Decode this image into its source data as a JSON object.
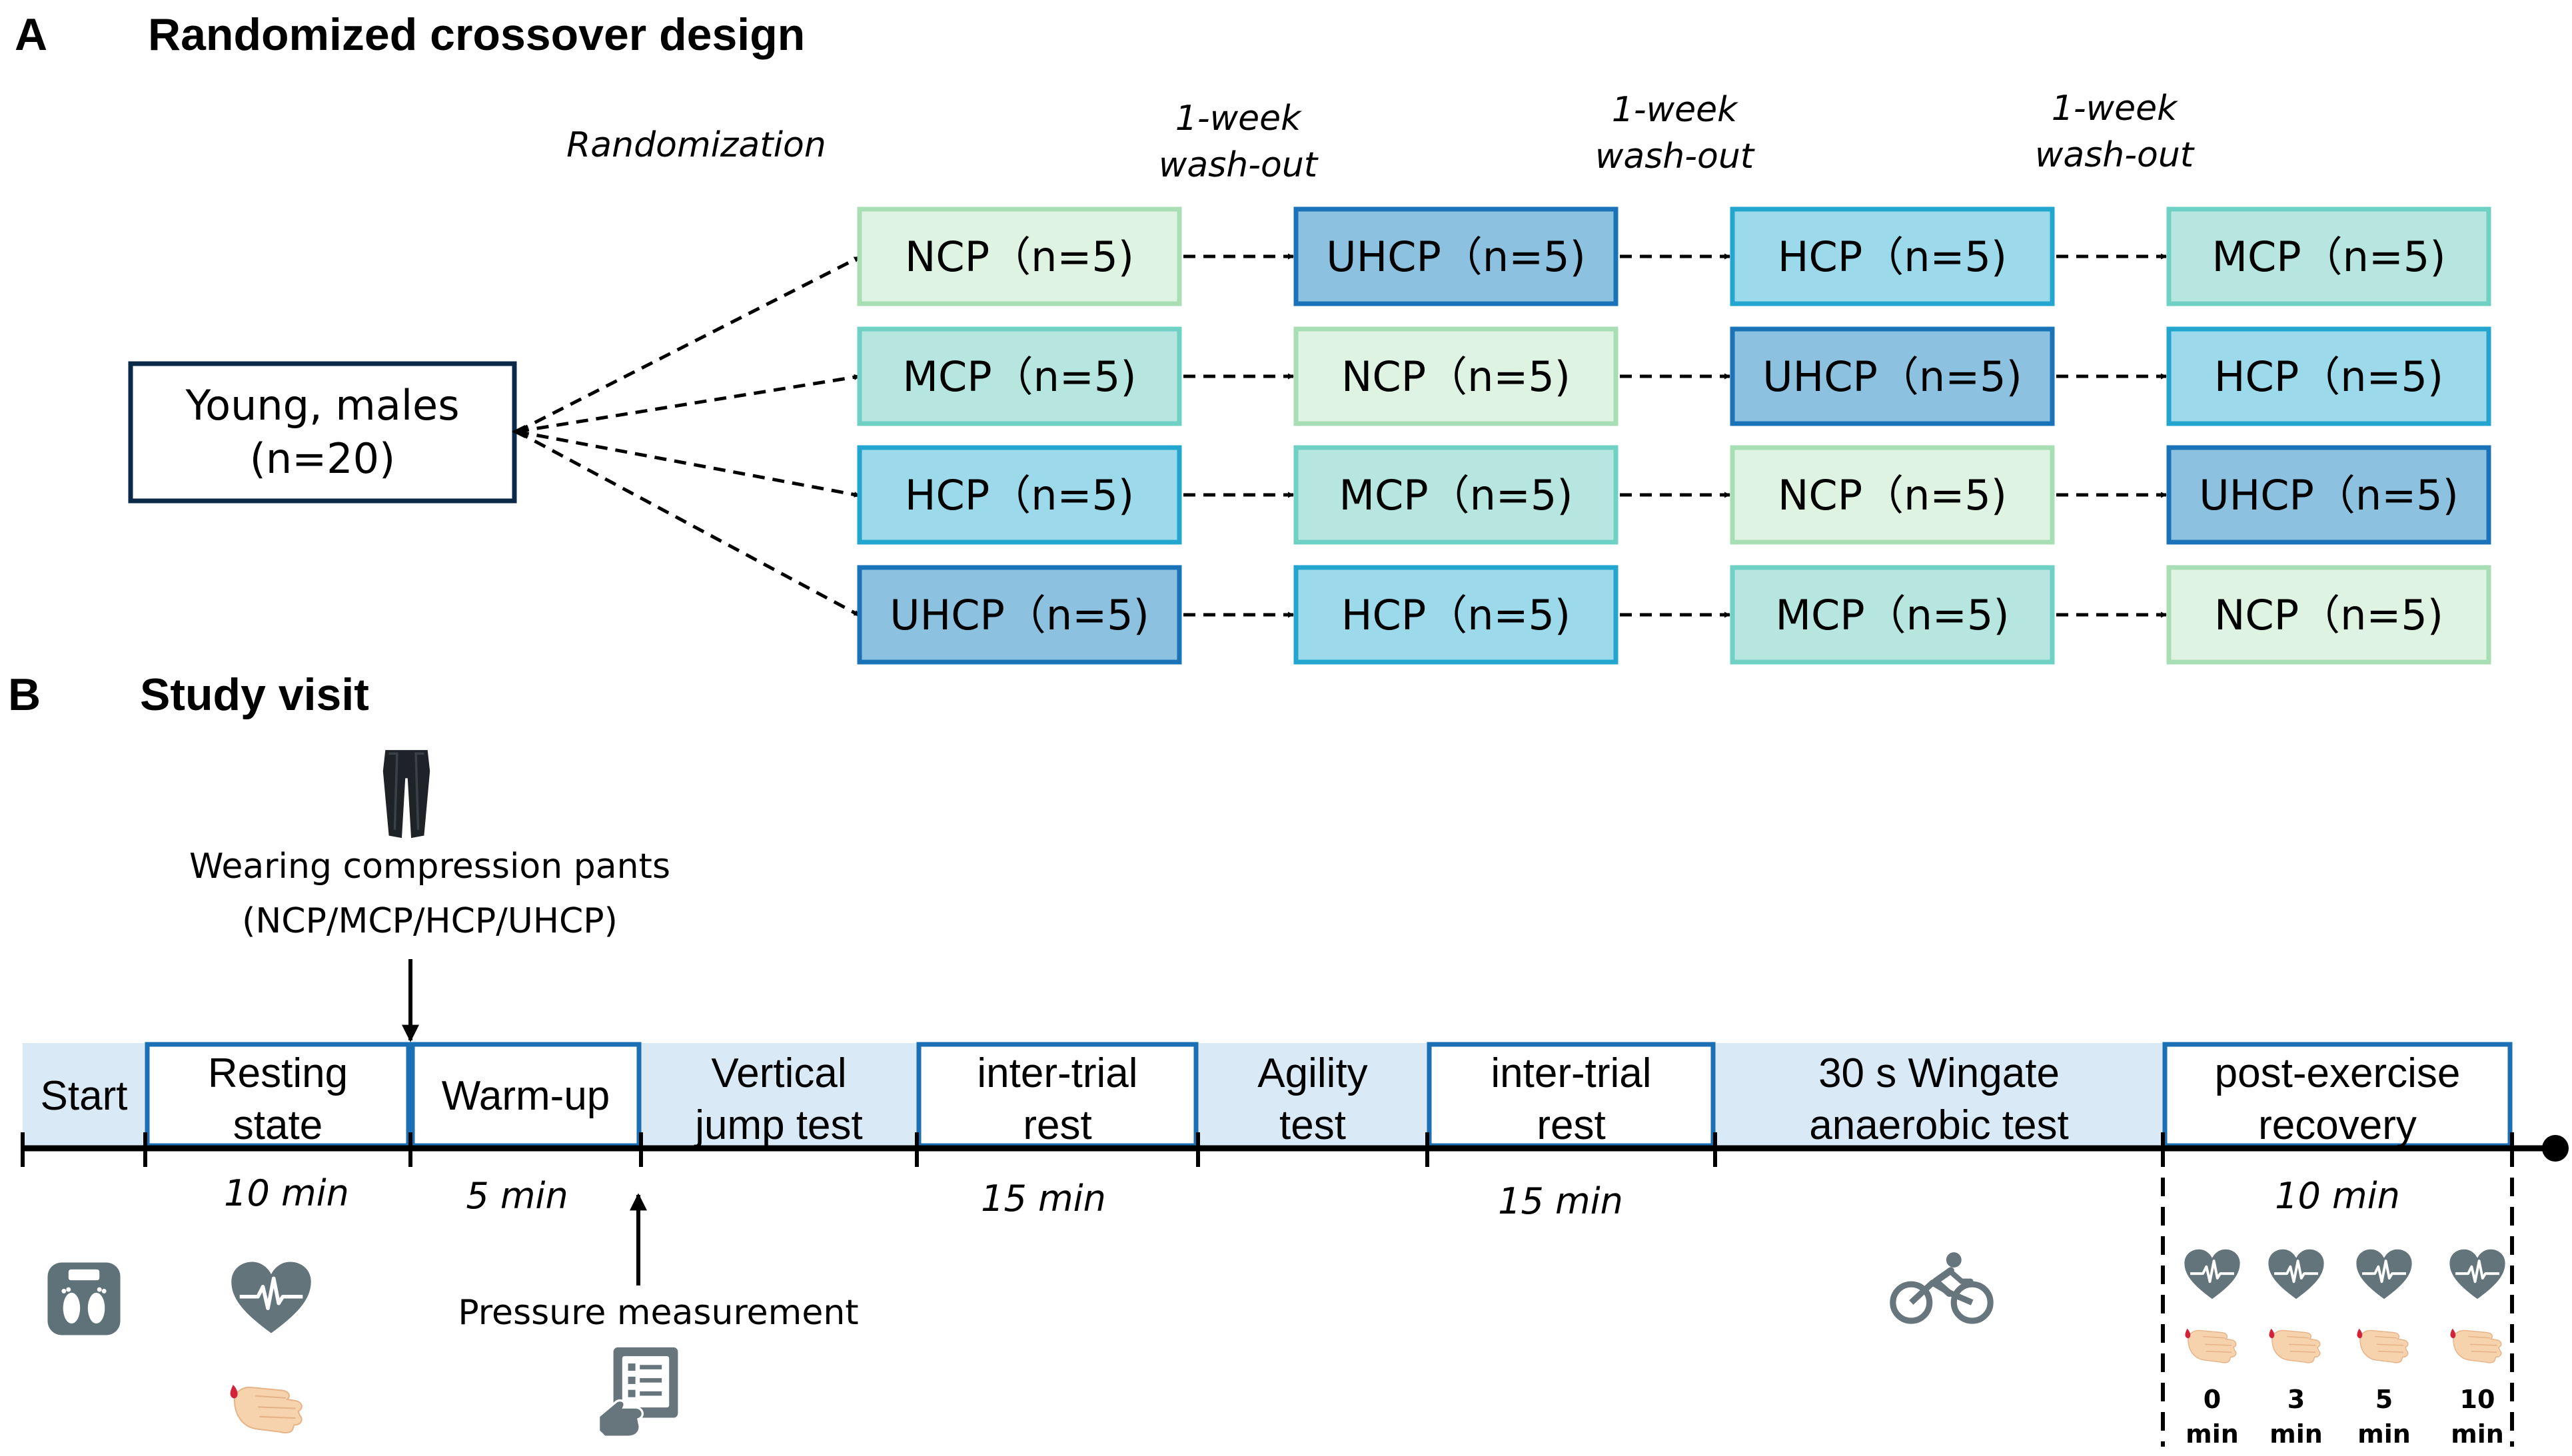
{
  "panel_a": {
    "letter": "A",
    "title": "Randomized crossover design",
    "randomization_label": "Randomization",
    "source_box": {
      "line1": "Young, males",
      "line2": "(n=20)"
    },
    "washouts": [
      {
        "line1": "1-week",
        "line2": "wash-out"
      },
      {
        "line1": "1-week",
        "line2": "wash-out"
      },
      {
        "line1": "1-week",
        "line2": "wash-out"
      }
    ],
    "sequences": [
      [
        "NCP（n=5)",
        "UHCP（n=5)",
        "HCP（n=5)",
        "MCP（n=5)"
      ],
      [
        "MCP（n=5)",
        "NCP（n=5)",
        "UHCP（n=5)",
        "HCP（n=5)"
      ],
      [
        "HCP（n=5)",
        "MCP（n=5)",
        "NCP（n=5)",
        "UHCP（n=5)"
      ],
      [
        "UHCP（n=5)",
        "HCP（n=5)",
        "MCP（n=5)",
        "NCP（n=5)"
      ]
    ],
    "condition_colors": {
      "NCP": {
        "fill": "#dff3e2",
        "stroke": "#a8deb3"
      },
      "MCP": {
        "fill": "#b6e6df",
        "stroke": "#6fd0c4"
      },
      "HCP": {
        "fill": "#9cd9ea",
        "stroke": "#22a6cf"
      },
      "UHCP": {
        "fill": "#8cc2e0",
        "stroke": "#1a73b8"
      }
    }
  },
  "panel_b": {
    "letter": "B",
    "title": "Study visit",
    "pants_caption_line1": "Wearing compression pants",
    "pants_caption_line2": "(NCP/MCP/HCP/UHCP)",
    "pressure_label": "Pressure measurement",
    "phases": [
      {
        "line1": "Start",
        "line2": "",
        "outlined": false
      },
      {
        "line1": "Resting",
        "line2": "state",
        "outlined": true
      },
      {
        "line1": "Warm-up",
        "line2": "",
        "outlined": true
      },
      {
        "line1": "Vertical",
        "line2": "jump test",
        "outlined": false
      },
      {
        "line1": "inter-trial",
        "line2": "rest",
        "outlined": true
      },
      {
        "line1": "Agility",
        "line2": "test",
        "outlined": false
      },
      {
        "line1": "inter-trial",
        "line2": "rest",
        "outlined": true
      },
      {
        "line1": "30 s Wingate",
        "line2": "anaerobic test",
        "outlined": false
      },
      {
        "line1": "post-exercise",
        "line2": "recovery",
        "outlined": true
      }
    ],
    "durations": [
      "10 min",
      "5 min",
      "15 min",
      "15 min",
      "10 min"
    ],
    "recovery_times": [
      {
        "value": "0",
        "unit": "min"
      },
      {
        "value": "3",
        "unit": "min"
      },
      {
        "value": "5",
        "unit": "min"
      },
      {
        "value": "10",
        "unit": "min"
      }
    ],
    "icons": [
      "scale-icon",
      "heart-rate-icon",
      "finger-prick-icon",
      "compression-pants-icon",
      "pressure-device-icon",
      "cyclist-icon"
    ],
    "colors": {
      "phase_band": "#dae9f6",
      "outline": "#1a6fb5",
      "icon_gray": "#6a7a80"
    }
  }
}
